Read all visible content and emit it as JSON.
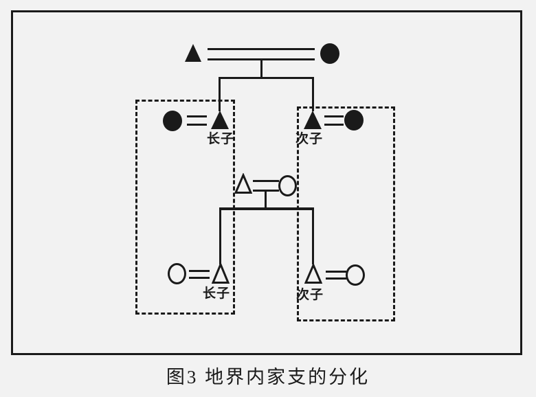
{
  "figure": {
    "caption": "图3  地界内家支的分化"
  },
  "diagram": {
    "labels": {
      "upper_left": "长子",
      "upper_right": "次子",
      "lower_left": "长子",
      "lower_right": "次子"
    },
    "symbols": {
      "male_filled": "▲",
      "female_filled": "●",
      "male_outline": "△",
      "female_outline": "○"
    },
    "colors": {
      "ink": "#1a1a1a",
      "background": "#f2f2f2"
    }
  }
}
